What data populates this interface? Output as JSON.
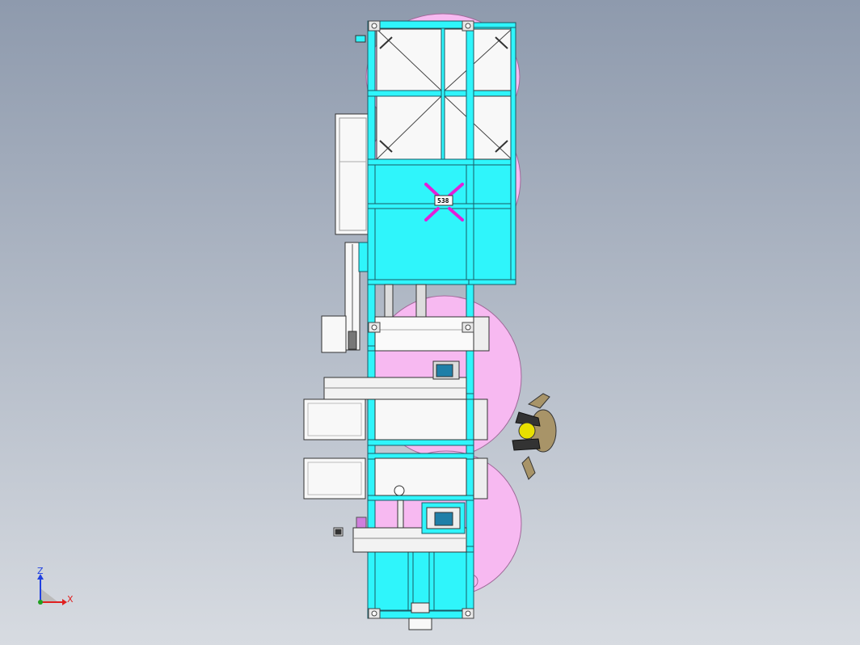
{
  "colors": {
    "background_top": "#8e9aad",
    "background_bottom": "#d7dbe1",
    "frame_cyan": "#2ff5fb",
    "frame_edge": "#1a5a66",
    "pink_roll": "#f7b9f1",
    "panel_white": "#f8f8f8",
    "magenta": "#e21fd8",
    "axis_x": "#e02020",
    "axis_y": "#20a020",
    "axis_z": "#2040e0",
    "motor_blue": "#1f7fa8",
    "worker_body": "#a89468",
    "worker_helmet": "#e8e000"
  },
  "icons": {
    "triad": "coordinate-triad-icon",
    "worker": "worker-figure-icon",
    "cross": "magenta-x-marker-icon"
  },
  "triad": {
    "z_label": "Z",
    "x_label": "X"
  },
  "markers": {
    "center_box_label": "538"
  },
  "view": {
    "orientation": "top",
    "style": "shaded-with-edges"
  }
}
